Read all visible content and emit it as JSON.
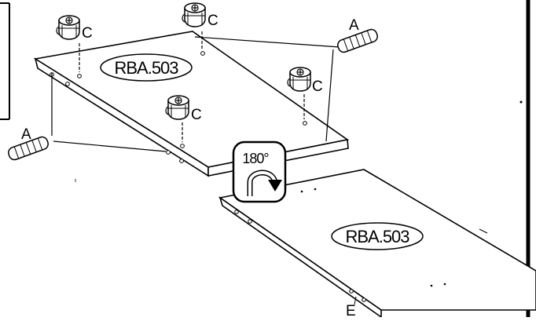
{
  "panel_top": {
    "label": "RBA.503"
  },
  "panel_bottom": {
    "label": "RBA.503"
  },
  "rotate_badge": {
    "angle_text": "180°"
  },
  "part_letters": {
    "cam_fitting": "C",
    "dowel": "A",
    "edge": "E"
  }
}
